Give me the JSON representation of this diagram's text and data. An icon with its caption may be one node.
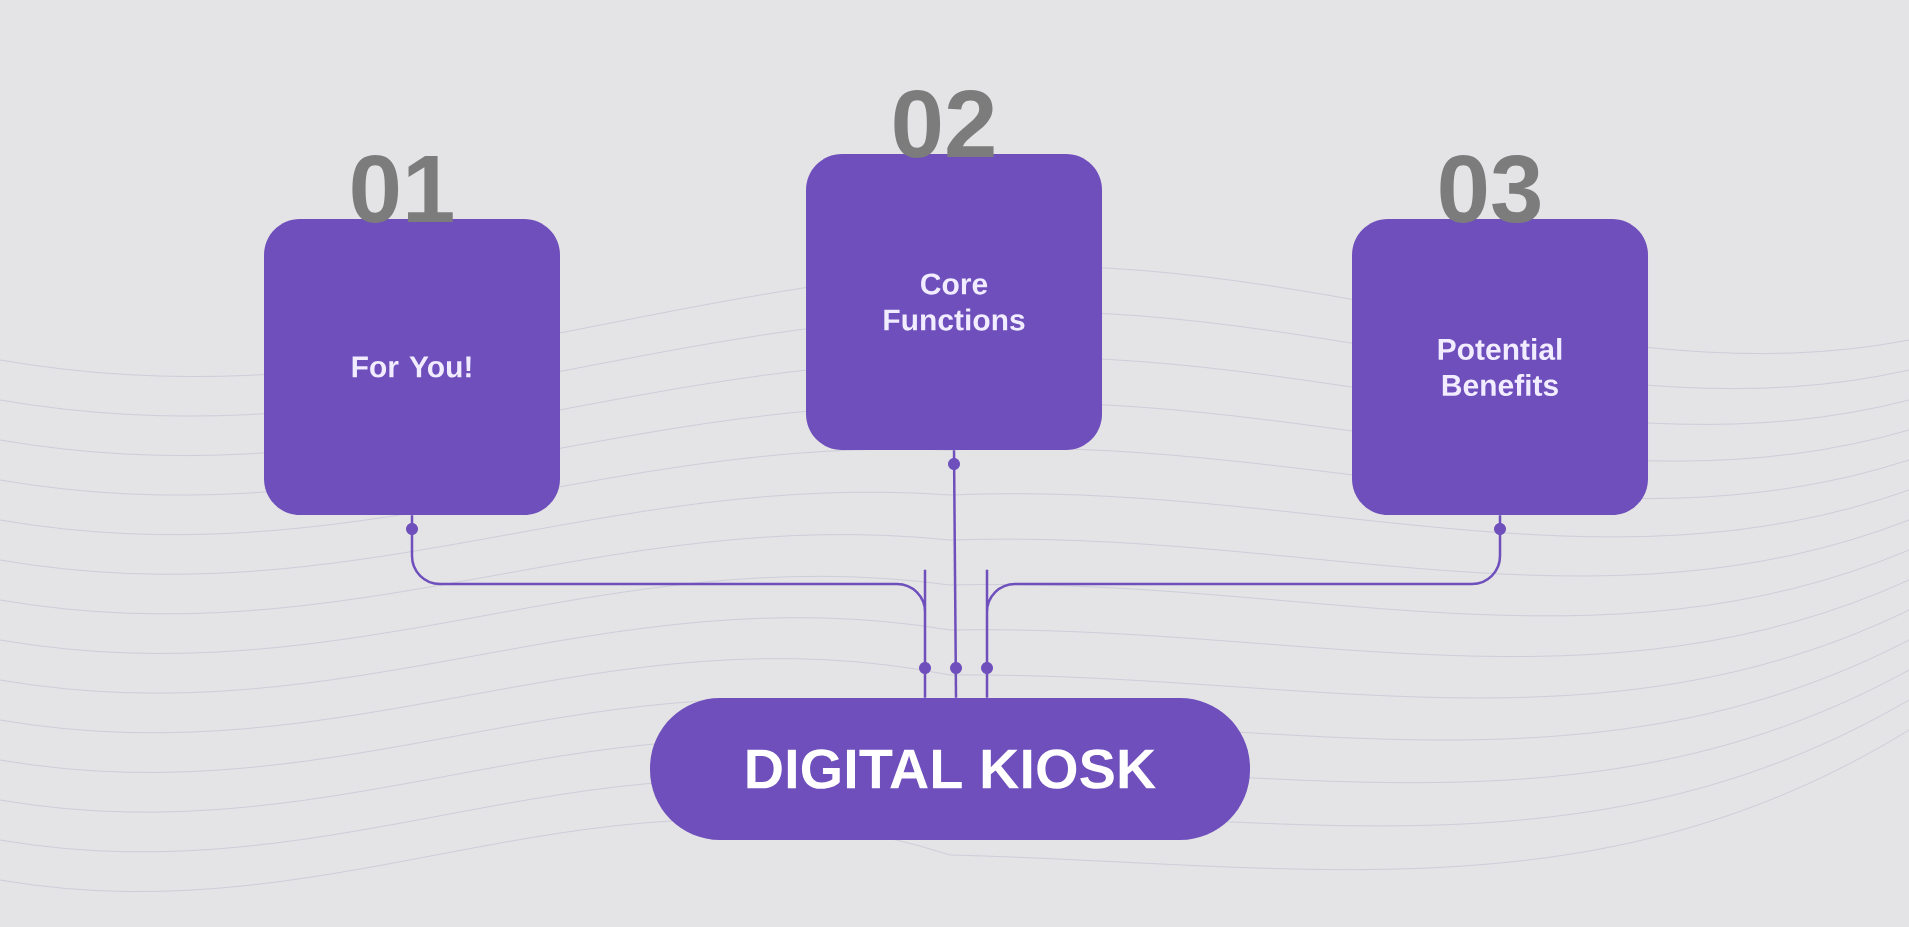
{
  "diagram": {
    "nodes": [
      {
        "text": [
          "01",
          "For You!"
        ]
      },
      {
        "text": [
          "02",
          "Core Functions"
        ]
      },
      {
        "text": [
          "03",
          "Potential Benefits"
        ]
      },
      {
        "text": [
          "DIGITAL KIOSK"
        ]
      }
    ],
    "edges": [
      {
        "from": 0,
        "to": 3,
        "arrow": "none"
      },
      {
        "from": 1,
        "to": 3,
        "arrow": "none"
      },
      {
        "from": 2,
        "to": 3,
        "arrow": "none"
      }
    ]
  }
}
